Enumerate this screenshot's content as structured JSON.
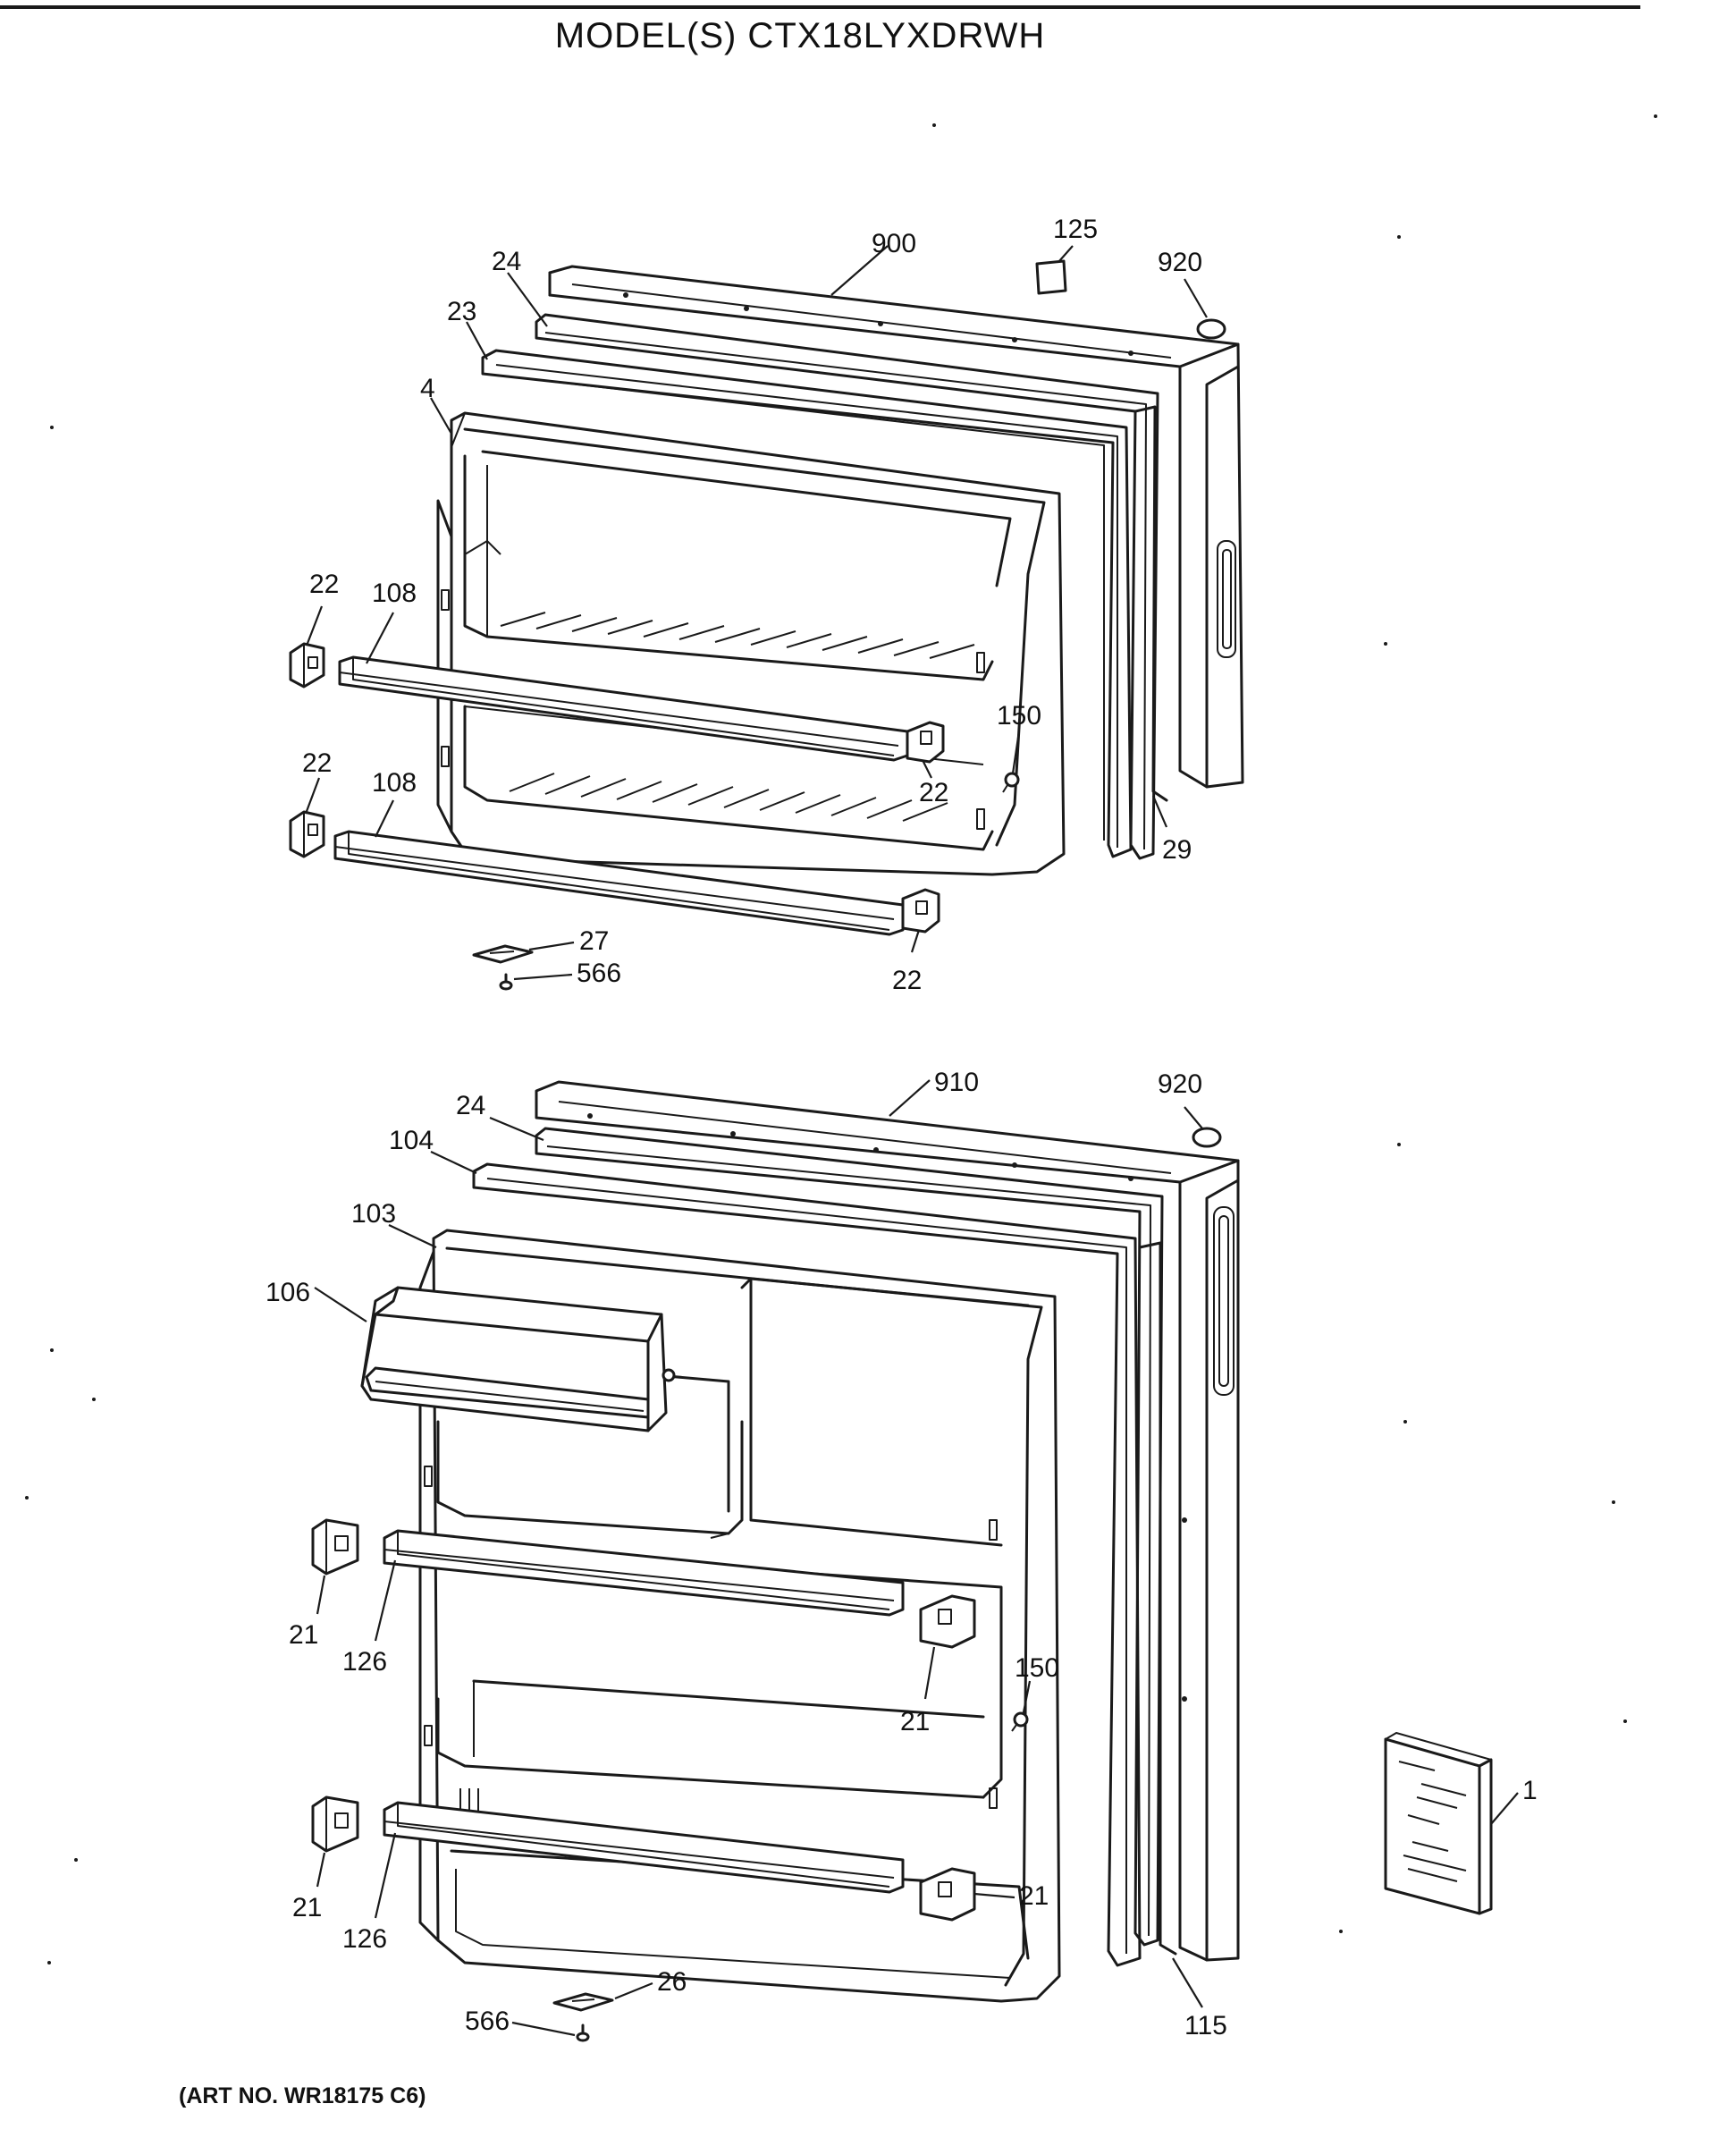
{
  "title": "MODEL(S) CTX18LYXDRWH",
  "art_number": "(ART NO. WR18175 C6)",
  "callouts": {
    "upper": {
      "c900": "900",
      "c125": "125",
      "c920": "920",
      "c24": "24",
      "c23": "23",
      "c4": "4",
      "c22a": "22",
      "c108a": "108",
      "c22b": "22",
      "c108b": "108",
      "c150": "150",
      "c22c": "22",
      "c29": "29",
      "c22d": "22",
      "c27": "27",
      "c566": "566"
    },
    "lower": {
      "c910": "910",
      "c920": "920",
      "c24": "24",
      "c104": "104",
      "c103": "103",
      "c106": "106",
      "c21a": "21",
      "c126a": "126",
      "c150": "150",
      "c21b": "21",
      "c21c": "21",
      "c126b": "126",
      "c21d": "21",
      "c1": "1",
      "c26": "26",
      "c566": "566",
      "c115": "115"
    }
  }
}
